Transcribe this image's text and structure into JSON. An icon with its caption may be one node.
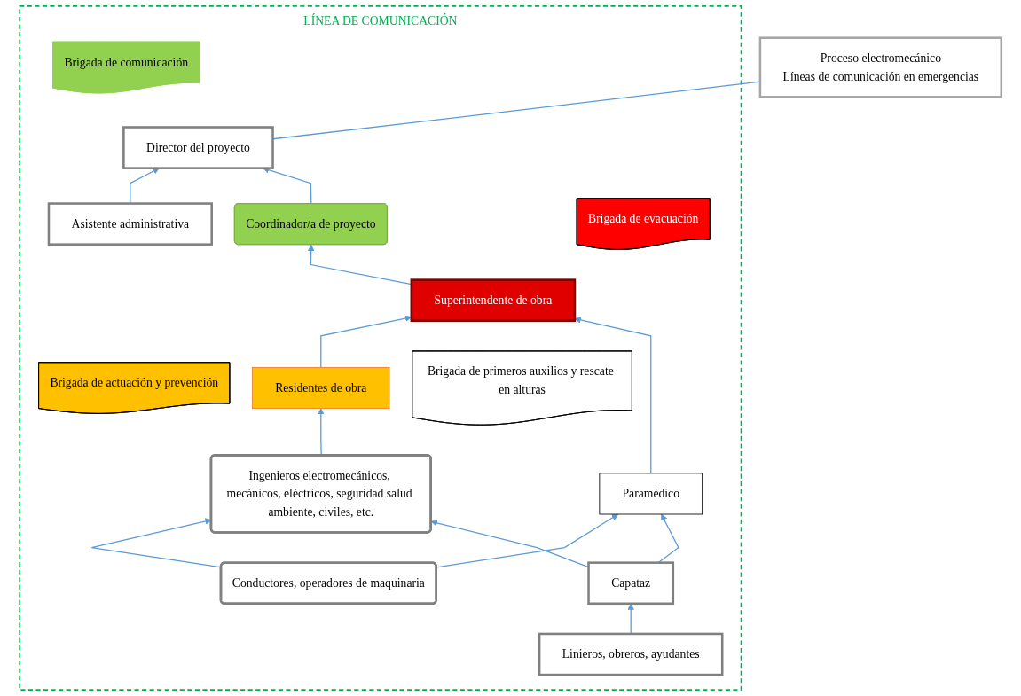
{
  "diagram": {
    "nodes": [
      {
        "text": [
          "Proceso electromecánico",
          "Líneas de comunicación en emergencias"
        ]
      },
      {
        "text": [
          "LÍNEA DE COMUNICACIÓN"
        ]
      },
      {
        "text": [
          "Asistente administrativa"
        ],
        "in": 1
      },
      {
        "text": [
          "Director del proyecto"
        ],
        "in": 1
      },
      {
        "text": [
          "Coordinador/a de proyecto"
        ],
        "in": 1
      },
      {
        "text": [
          "Brigada de comunicación"
        ],
        "in": 1
      },
      {
        "text": [
          "Brigada de evacuación"
        ],
        "in": 1
      },
      {
        "text": [
          "Superintendente de obra"
        ],
        "in": 1
      },
      {
        "text": [
          "Brigada de actuación y prevención"
        ],
        "in": 1
      },
      {
        "text": [
          "Residentes de obra"
        ],
        "in": 1
      },
      {
        "text": [
          "Paramédico"
        ],
        "in": 1
      },
      {
        "text": [
          "Brigada de primeros auxilios y rescate en alturas"
        ],
        "in": 1
      },
      {
        "text": [
          "Ingenieros electromecánicos, mecánicos, eléctricos, seguridad salud ambiente, civiles, etc."
        ],
        "in": 1
      },
      {
        "text": [
          "Conductores, operadores de maquinaria"
        ],
        "in": 1
      },
      {
        "text": [
          "Capataz"
        ],
        "in": 1
      },
      {
        "text": [
          "Linieros, obreros, ayudantes"
        ],
        "in": 1
      }
    ],
    "edges": [
      {
        "from": 3,
        "to": 0,
        "arrow": "none"
      },
      {
        "from": 2,
        "to": 3,
        "arrow": "to"
      },
      {
        "from": 4,
        "to": 3,
        "arrow": "to"
      },
      {
        "from": 7,
        "to": 4,
        "arrow": "to"
      },
      {
        "from": 9,
        "to": 7,
        "arrow": "to"
      },
      {
        "from": 10,
        "to": 7,
        "arrow": "to"
      },
      {
        "from": 12,
        "to": 9,
        "arrow": "to"
      },
      {
        "from": 13,
        "to": 12,
        "arrow": "to"
      },
      {
        "from": 13,
        "to": 10,
        "arrow": "to"
      },
      {
        "from": 14,
        "to": 12,
        "arrow": "to"
      },
      {
        "from": 14,
        "to": 10,
        "arrow": "to"
      },
      {
        "from": 15,
        "to": 14,
        "arrow": "to"
      }
    ]
  }
}
